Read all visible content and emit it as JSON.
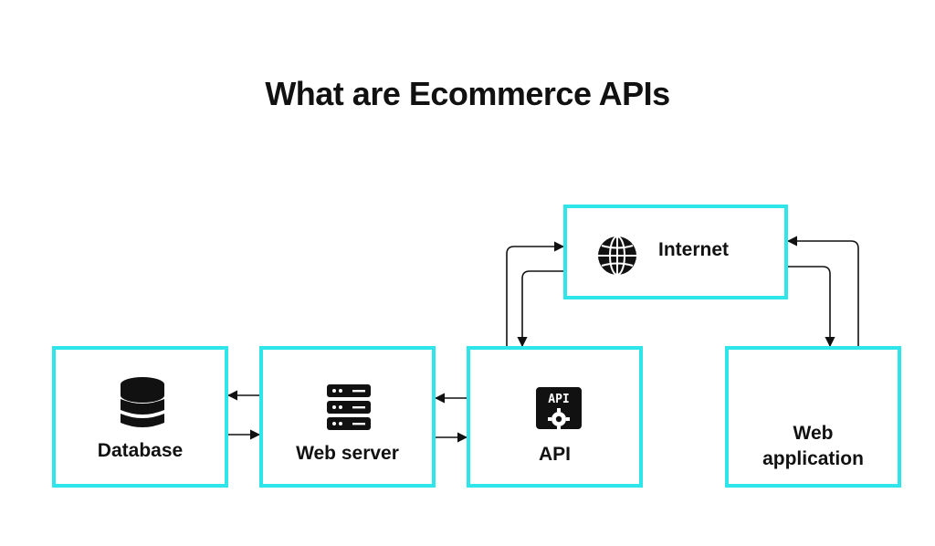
{
  "title": "What are Ecommerce APIs",
  "accent_color": "#2ee6ea",
  "nodes": {
    "database": {
      "label": "Database",
      "icon": "database-icon"
    },
    "web_server": {
      "label": "Web server",
      "icon": "server-icon"
    },
    "api": {
      "label": "API",
      "icon": "api-icon",
      "icon_text": "API"
    },
    "internet": {
      "label": "Internet",
      "icon": "globe-icon"
    },
    "web_application": {
      "label": "Web\napplication"
    }
  }
}
